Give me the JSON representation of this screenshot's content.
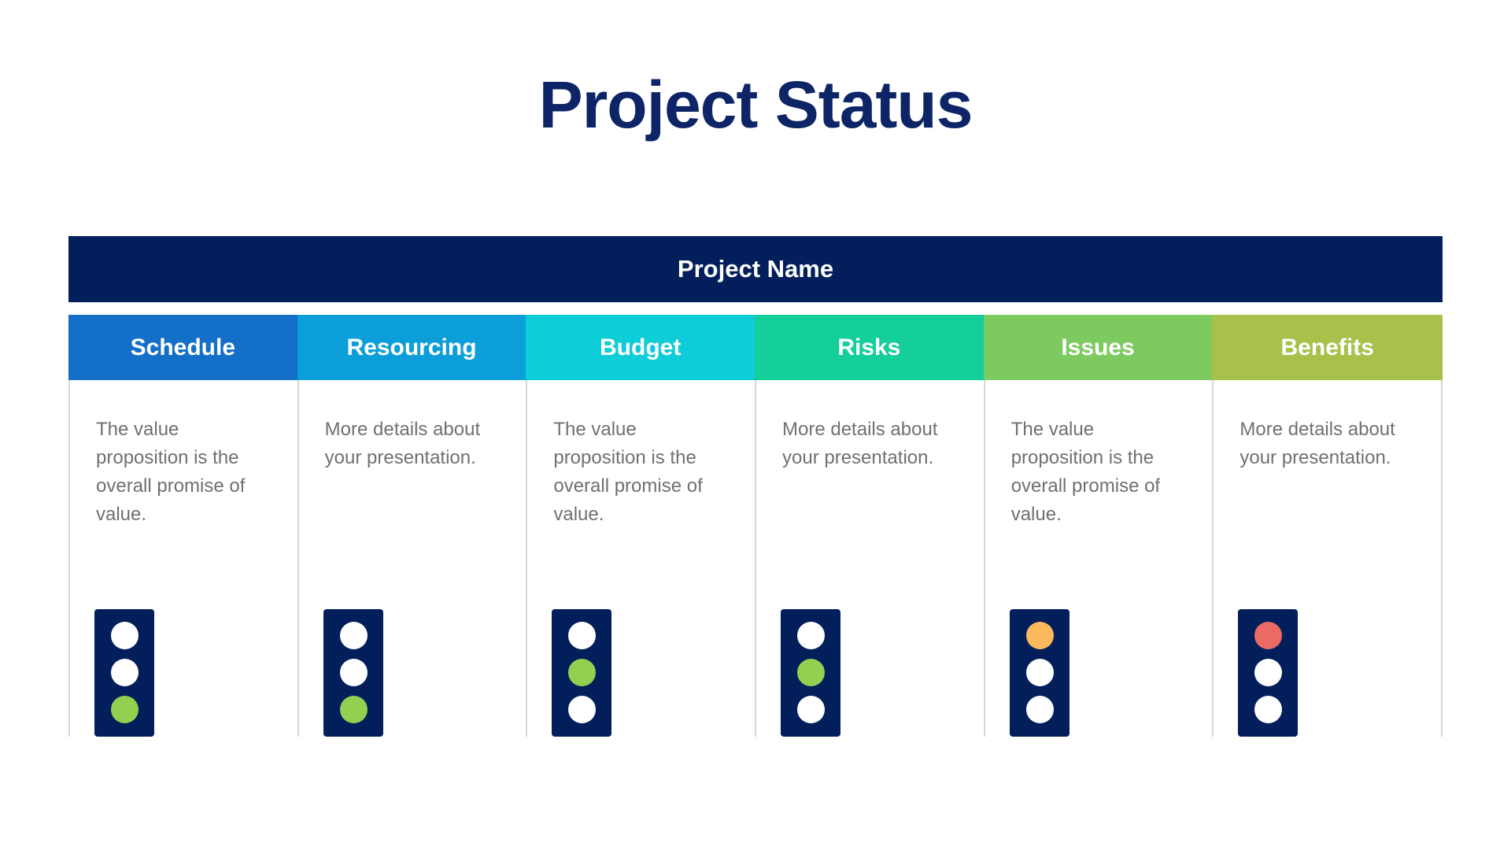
{
  "title": "Project Status",
  "project": {
    "name": "Project Name",
    "bar_color": "#021f5c"
  },
  "status_colors": {
    "green": "#92d050",
    "amber": "#fbb95b",
    "red": "#ec6a64",
    "off": "#ffffff"
  },
  "columns": [
    {
      "label": "Schedule",
      "color": "#136fc7",
      "text": "The value proposition is the overall promise of value.",
      "lights": [
        "off",
        "off",
        "green"
      ]
    },
    {
      "label": "Resourcing",
      "color": "#0b9ed9",
      "text": "More details about your presentation.",
      "lights": [
        "off",
        "off",
        "green"
      ]
    },
    {
      "label": "Budget",
      "color": "#0dcdd8",
      "text": "The value proposition is the overall promise of value.",
      "lights": [
        "off",
        "green",
        "off"
      ]
    },
    {
      "label": "Risks",
      "color": "#14cf99",
      "text": "More details about your presentation.",
      "lights": [
        "off",
        "green",
        "off"
      ]
    },
    {
      "label": "Issues",
      "color": "#7dca60",
      "text": "The value proposition is the overall promise of value.",
      "lights": [
        "amber",
        "off",
        "off"
      ]
    },
    {
      "label": "Benefits",
      "color": "#a7c14a",
      "text": "More details about your presentation.",
      "lights": [
        "red",
        "off",
        "off"
      ]
    }
  ]
}
